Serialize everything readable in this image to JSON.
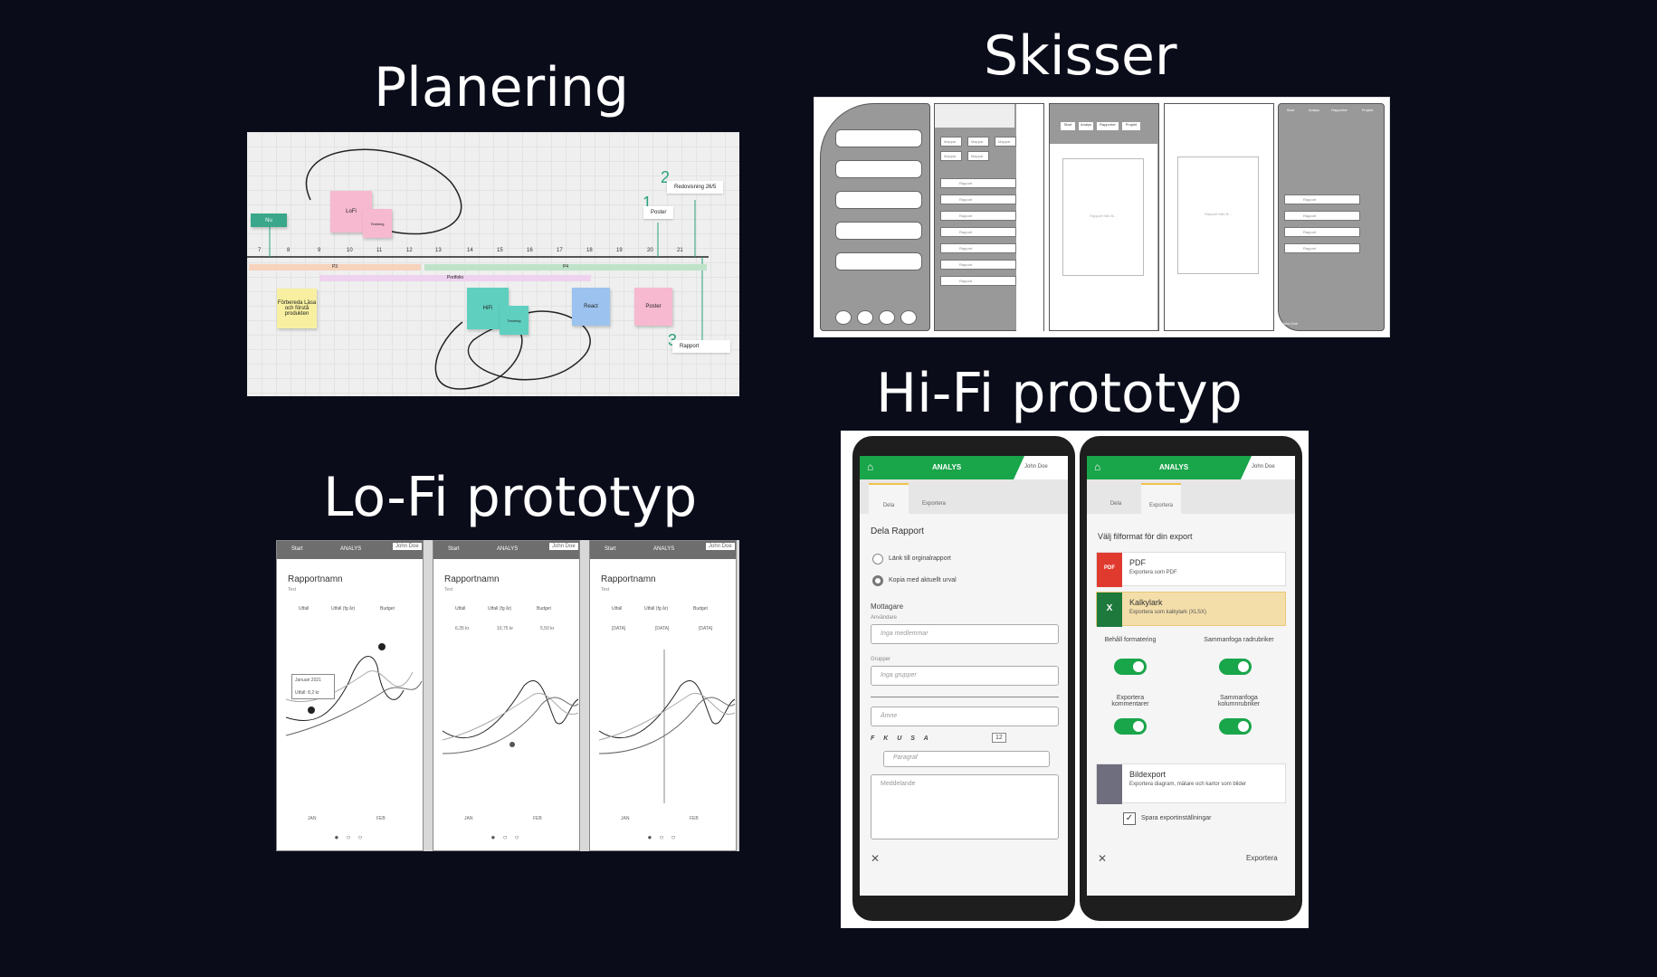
{
  "titles": {
    "planering": "Planering",
    "skisser": "Skisser",
    "lofi": "Lo-Fi prototyp",
    "hifi": "Hi-Fi prototyp"
  },
  "planering": {
    "nu": "Nu",
    "lofi": "LoFi",
    "testning1": "Testning",
    "hifi": "HiFi",
    "testning2": "Testning",
    "react": "React",
    "poster_note": "Poster",
    "forbered": "Förbereda Läsa och förstå produkten",
    "m1": "1",
    "m1_label": "Poster",
    "m2": "2",
    "m2_label": "Redovisning 26/5",
    "m3": "3",
    "m3_label": "Rapport",
    "p3": "P3",
    "p4": "P4",
    "portfolio": "Portfolio",
    "weeks": [
      "7",
      "8",
      "9",
      "10",
      "11",
      "12",
      "13",
      "14",
      "15",
      "16",
      "17",
      "18",
      "19",
      "20",
      "21"
    ]
  },
  "skisser": {
    "tabs": [
      "Start",
      "Analys",
      "Rapporter",
      "Projekt"
    ],
    "folder": "Mappar",
    "report": "Rapport",
    "preview": "Rapport från fil...",
    "user": "John Doe"
  },
  "lofi": {
    "start": "Start",
    "analys": "ANALYS",
    "user": "John Doe",
    "report_title": "Rapportnamn",
    "sub": "Text",
    "legend": [
      "Utfall",
      "Utfall (fg år)",
      "Budget"
    ],
    "values2": [
      "6,35 kr",
      "10,75 kr",
      "5,50 kr"
    ],
    "values3": [
      "[DATA]",
      "[DATA]",
      "[DATA]"
    ],
    "tooltip1": "Januari 2021",
    "tooltip2": "Utfall: 8,2 kr",
    "xlabels": [
      "JAN",
      "FEB"
    ],
    "dots": "● ○ ○"
  },
  "hifi": {
    "analys": "ANALYS",
    "user": "John Doe",
    "tab_dela": "Dela",
    "tab_exportera": "Exportera",
    "left": {
      "heading": "Dela Rapport",
      "radio1": "Länk till orginalrapport",
      "radio2": "Kopia med aktuellt urval",
      "mottagare": "Mottagare",
      "anvandare": "Användare",
      "ingamed": "Inga medlemmar",
      "grupper": "Grupper",
      "ingagrp": "Inga grupper",
      "amne": "Ämne",
      "toolbar": "F K U S A",
      "size": "12",
      "paragraf": "Paragraf",
      "meddelande": "Meddelande",
      "close": "✕"
    },
    "right": {
      "heading": "Välj filformat för din export",
      "pdf_t": "PDF",
      "pdf_s": "Exportera som PDF",
      "pdf_ic": "PDF",
      "xls_t": "Kalkylark",
      "xls_s": "Exportera som kalkylark (XLSX)",
      "xls_ic": "X",
      "t1": "Behåll formatering",
      "t2": "Sammanfoga radrubriker",
      "t3": "Exportera kommentarer",
      "t4": "Sammanfoga kolumnrubriker",
      "bild_t": "Bildexport",
      "bild_s": "Exportera diagram, mätare och kartor som bilder",
      "spara": "Spara exportinställningar",
      "export_btn": "Exportera",
      "close": "✕"
    }
  }
}
